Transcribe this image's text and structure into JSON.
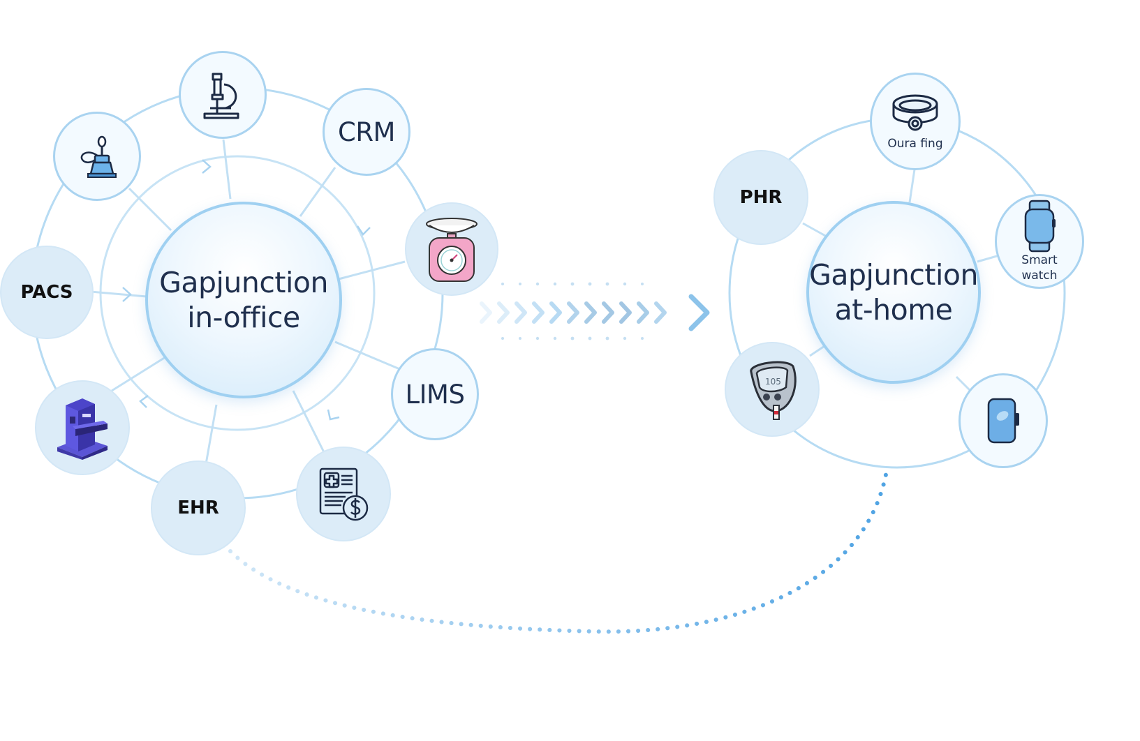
{
  "in_office": {
    "hub": {
      "line1": "Gapjunction",
      "line2": "in-office"
    },
    "nodes": {
      "crm": "CRM",
      "pacs": "PACS",
      "lims": "LIMS",
      "ehr": "EHR"
    },
    "icons": {
      "microscope": "microscope-icon",
      "lab_device": "lab-device-icon",
      "scale": "kitchen-scale-icon",
      "machine": "imaging-machine-icon",
      "billing": "medical-bill-icon"
    }
  },
  "at_home": {
    "hub": {
      "line1": "Gapjunction",
      "line2": "at-home"
    },
    "nodes": {
      "phr": "PHR",
      "oura": "Oura fing",
      "smartwatch_line1": "Smart",
      "smartwatch_line2": "watch"
    },
    "icons": {
      "oura": "oura-ring-icon",
      "smartwatch": "smartwatch-icon",
      "glucometer": "glucometer-icon",
      "wearable": "wearable-device-icon"
    },
    "glucometer_reading": "105"
  },
  "colors": {
    "ring_line": "#b6dbf3",
    "node_border": "#a9d3f0",
    "hub_border": "#9fd0f1",
    "arrow": "#8cc3ea",
    "dots": "#5aa9e6",
    "text_dark": "#1f2f4d"
  }
}
